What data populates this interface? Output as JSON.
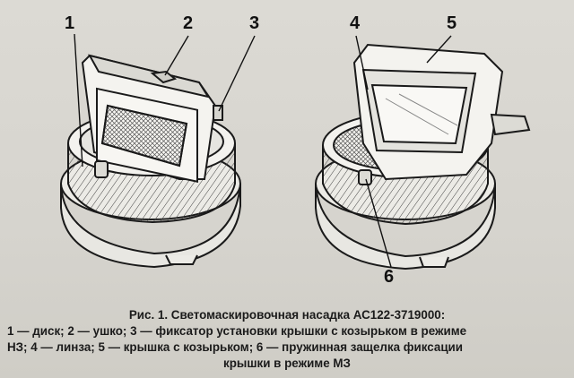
{
  "figure": {
    "callouts": [
      "1",
      "2",
      "3",
      "4",
      "5",
      "6"
    ]
  },
  "caption": {
    "title": "Рис. 1. Светомаскировочная насадка АС122-3719000:",
    "line1": "1 — диск; 2 — ушко; 3 — фиксатор установки крышки с козырьком в режиме",
    "line2": "НЗ; 4 — линза; 5 — крышка с козырьком; 6 — пружинная защелка фиксации",
    "line3": "крышки в режиме МЗ"
  },
  "icons": [
    "headlight-cap-closed-drawing",
    "headlight-cap-open-drawing"
  ]
}
